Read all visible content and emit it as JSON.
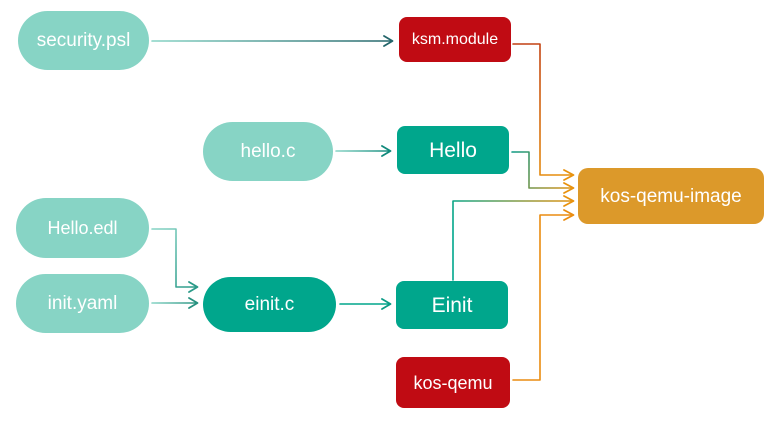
{
  "diagram": {
    "background": "#ffffff",
    "palette": {
      "source_file_teal_light": "#87d4c5",
      "program_teal_dark": "#00a68c",
      "system_red": "#c00b13",
      "image_orange": "#dc992a",
      "arrow_teal_dark": "#23656a",
      "arrow_orange": "#e8920e"
    },
    "nodes": {
      "security_psl": {
        "label": "security.psl",
        "shape": "pill",
        "color": "#87d4c5"
      },
      "hello_c": {
        "label": "hello.c",
        "shape": "pill",
        "color": "#87d4c5"
      },
      "hello_edl": {
        "label": "Hello.edl",
        "shape": "pill",
        "color": "#87d4c5"
      },
      "init_yaml": {
        "label": "init.yaml",
        "shape": "pill",
        "color": "#87d4c5"
      },
      "einit_c": {
        "label": "einit.c",
        "shape": "pill",
        "color": "#00a68c"
      },
      "ksm_module": {
        "label": "ksm.module",
        "shape": "rect",
        "color": "#c00b13"
      },
      "hello": {
        "label": "Hello",
        "shape": "rect",
        "color": "#00a68c"
      },
      "einit": {
        "label": "Einit",
        "shape": "rect",
        "color": "#00a68c"
      },
      "kos_qemu": {
        "label": "kos-qemu",
        "shape": "rect",
        "color": "#c00b13"
      },
      "kos_qemu_image": {
        "label": "kos-qemu-image",
        "shape": "rect",
        "color": "#dc992a"
      }
    },
    "edges": [
      {
        "from": "security_psl",
        "to": "ksm_module"
      },
      {
        "from": "hello_c",
        "to": "hello"
      },
      {
        "from": "hello_edl",
        "to": "einit_c"
      },
      {
        "from": "init_yaml",
        "to": "einit_c"
      },
      {
        "from": "einit_c",
        "to": "einit"
      },
      {
        "from": "ksm_module",
        "to": "kos_qemu_image"
      },
      {
        "from": "hello",
        "to": "kos_qemu_image"
      },
      {
        "from": "einit",
        "to": "kos_qemu_image"
      },
      {
        "from": "kos_qemu",
        "to": "kos_qemu_image"
      }
    ]
  }
}
